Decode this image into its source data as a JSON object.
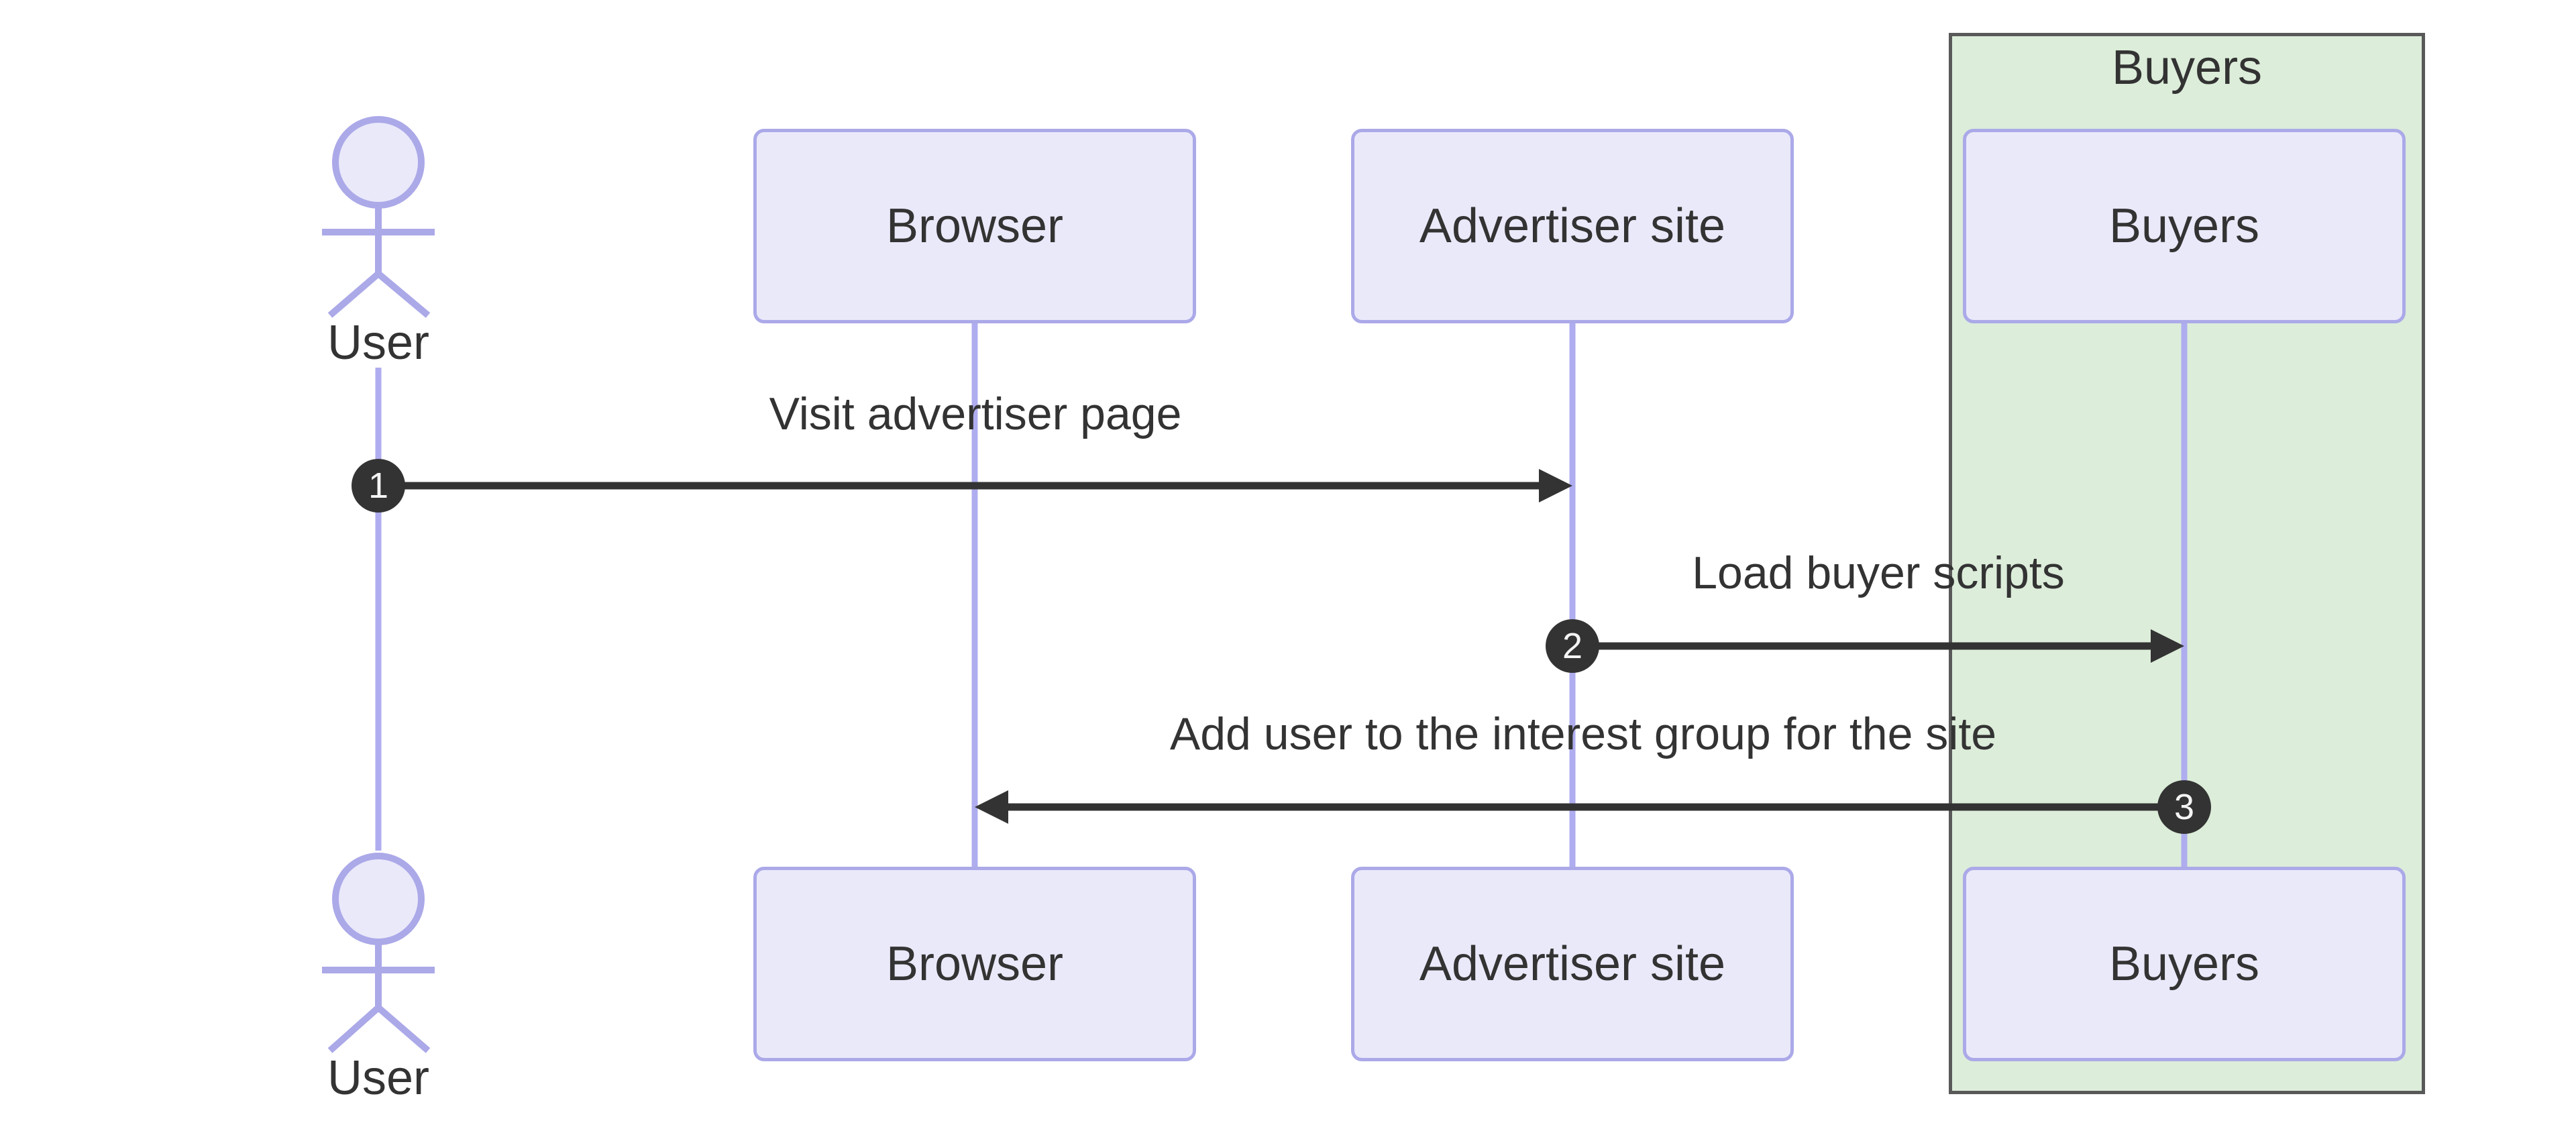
{
  "diagram_type": "sequence",
  "colors": {
    "background": "#FFFFFF",
    "participant_fill": "#EAE9FA",
    "participant_border": "#ABA9E8",
    "lifeline": "#AFADEF",
    "group_fill": "#DCEDDA",
    "group_border": "#595959",
    "text": "#333333",
    "arrow": "#333333",
    "badge_fill": "#333333",
    "badge_text": "#F5F5F5"
  },
  "actors": [
    {
      "id": "user",
      "kind": "actor",
      "label": "User"
    },
    {
      "id": "browser",
      "kind": "participant",
      "label": "Browser"
    },
    {
      "id": "advertiser",
      "kind": "participant",
      "label": "Advertiser site"
    },
    {
      "id": "buyers",
      "kind": "participant",
      "label": "Buyers"
    }
  ],
  "group": {
    "label": "Buyers",
    "members": [
      "buyers"
    ]
  },
  "messages": [
    {
      "seq": "1",
      "label": "Visit advertiser page",
      "from": "User",
      "to": "Advertiser site"
    },
    {
      "seq": "2",
      "label": "Load buyer scripts",
      "from": "Advertiser site",
      "to": "Buyers"
    },
    {
      "seq": "3",
      "label": "Add user to the interest group for the site",
      "from": "Buyers",
      "to": "Browser"
    }
  ]
}
